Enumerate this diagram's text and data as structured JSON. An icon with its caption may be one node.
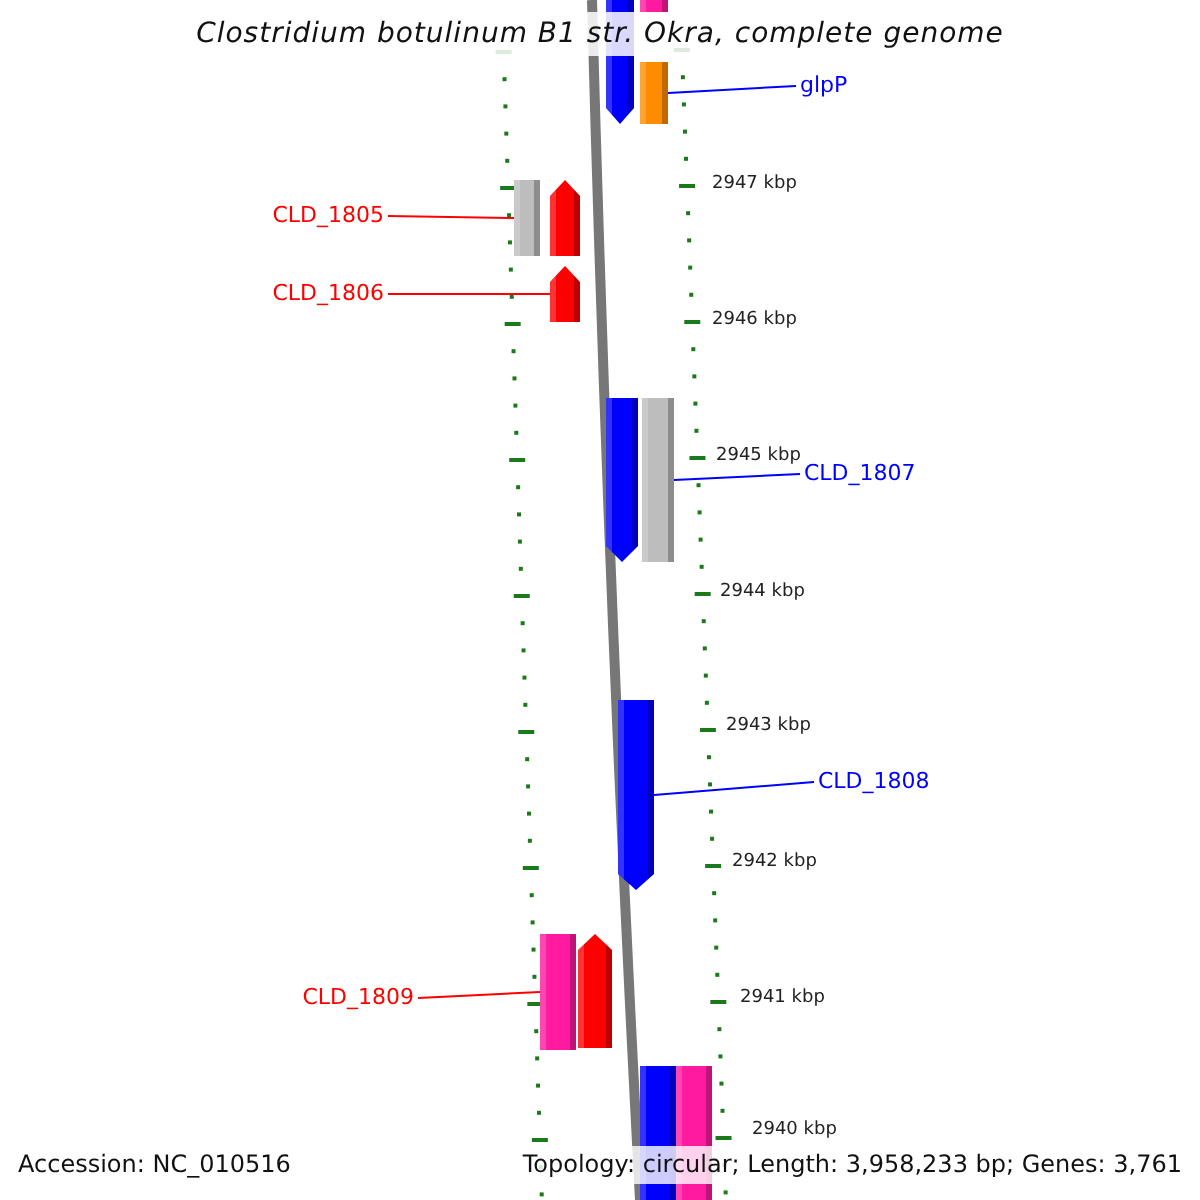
{
  "diagram": {
    "title": "Clostridium botulinum B1 str. Okra, complete genome",
    "nodes": [
      {
        "text": [
          "glpP"
        ]
      },
      {
        "text": [
          "CLD_1805"
        ]
      },
      {
        "text": [
          "CLD_1806"
        ]
      },
      {
        "text": [
          "CLD_1807"
        ]
      },
      {
        "text": [
          "CLD_1808"
        ]
      },
      {
        "text": [
          "CLD_1809"
        ]
      },
      {
        "text": [],
        "shape": "bar"
      },
      {
        "text": [],
        "shape": "bar"
      },
      {
        "text": [],
        "shape": "bar"
      },
      {
        "text": [],
        "shape": "bar"
      },
      {
        "text": [],
        "shape": "bar"
      },
      {
        "text": [],
        "shape": "bar"
      },
      {
        "text": [],
        "shape": "bar"
      },
      {
        "text": [],
        "shape": "bar"
      },
      {
        "text": [],
        "shape": "bar"
      },
      {
        "text": [],
        "shape": "bar"
      },
      {
        "text": [],
        "shape": "bar"
      },
      {
        "text": [],
        "shape": "bar"
      },
      {
        "text": [],
        "shape": "bar"
      }
    ],
    "edges": [
      {
        "from": 0,
        "to": 8,
        "arrow": "none",
        "color": "#0000ff"
      },
      {
        "from": 1,
        "to": 9,
        "arrow": "none",
        "color": "#ff0000"
      },
      {
        "from": 2,
        "to": 11,
        "arrow": "none",
        "color": "#ff0000"
      },
      {
        "from": 3,
        "to": 13,
        "arrow": "none",
        "color": "#0000ff"
      },
      {
        "from": 4,
        "to": 14,
        "arrow": "none",
        "color": "#0000ff"
      },
      {
        "from": 5,
        "to": 15,
        "arrow": "none",
        "color": "#ff0000"
      }
    ],
    "labels": [
      "2947 kbp",
      "2946 kbp",
      "2945 kbp",
      "2944 kbp",
      "2943 kbp",
      "2942 kbp",
      "2941 kbp",
      "2940 kbp",
      "Accession: NC_010516",
      "Topology: circular; Length: 3,958,233 bp; Genes: 3,761"
    ]
  }
}
